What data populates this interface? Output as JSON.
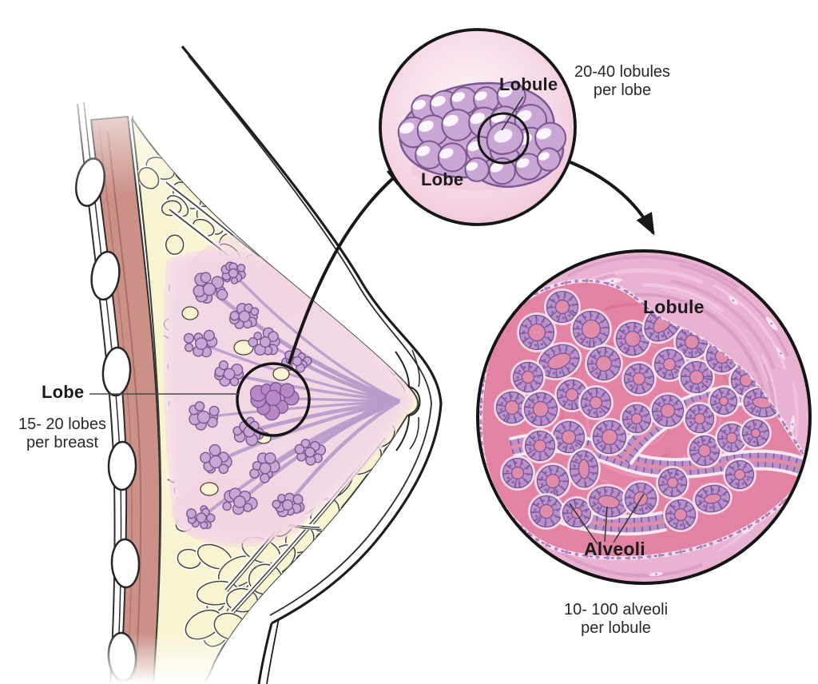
{
  "main_illustration": {
    "lobe_label": "Lobe",
    "caption_line1": "15- 20 lobes",
    "caption_line2": "per breast"
  },
  "lobe_inset": {
    "lobule_label": "Lobule",
    "lobe_label": "Lobe",
    "caption_line1": "20-40 lobules",
    "caption_line2": "per lobe"
  },
  "lobule_inset": {
    "lobule_label": "Lobule",
    "alveoli_label": "Alveoli",
    "caption_line1": "10- 100 alveoli",
    "caption_line2": "per lobule"
  },
  "colors": {
    "outline": "#1c1c1c",
    "muscle": "#cb9086",
    "rib_fill": "#ffffff",
    "fat": "#f8f3d1",
    "fat_outline": "#45453e",
    "gland": "#f4d7e4",
    "duct": "#b99bca",
    "lobe_fill": "#c9a6d3",
    "lobe_dark": "#b888c6",
    "lobe_stroke": "#7a5791",
    "inset_circle_edge": "#f0c6da",
    "stroma": "#e9b2d2",
    "stroma_swirl_light": "#f3c9e0",
    "stroma_swirl_dark": "#d795bf",
    "lobule_bg": "#e283a6",
    "lobule_swirl": "#ee9cbe",
    "alveoli_cell": "#b990c8",
    "alveoli_cell_edge": "#7b569a",
    "alveoli_lumen": "#e08cab",
    "text": "#232323"
  }
}
